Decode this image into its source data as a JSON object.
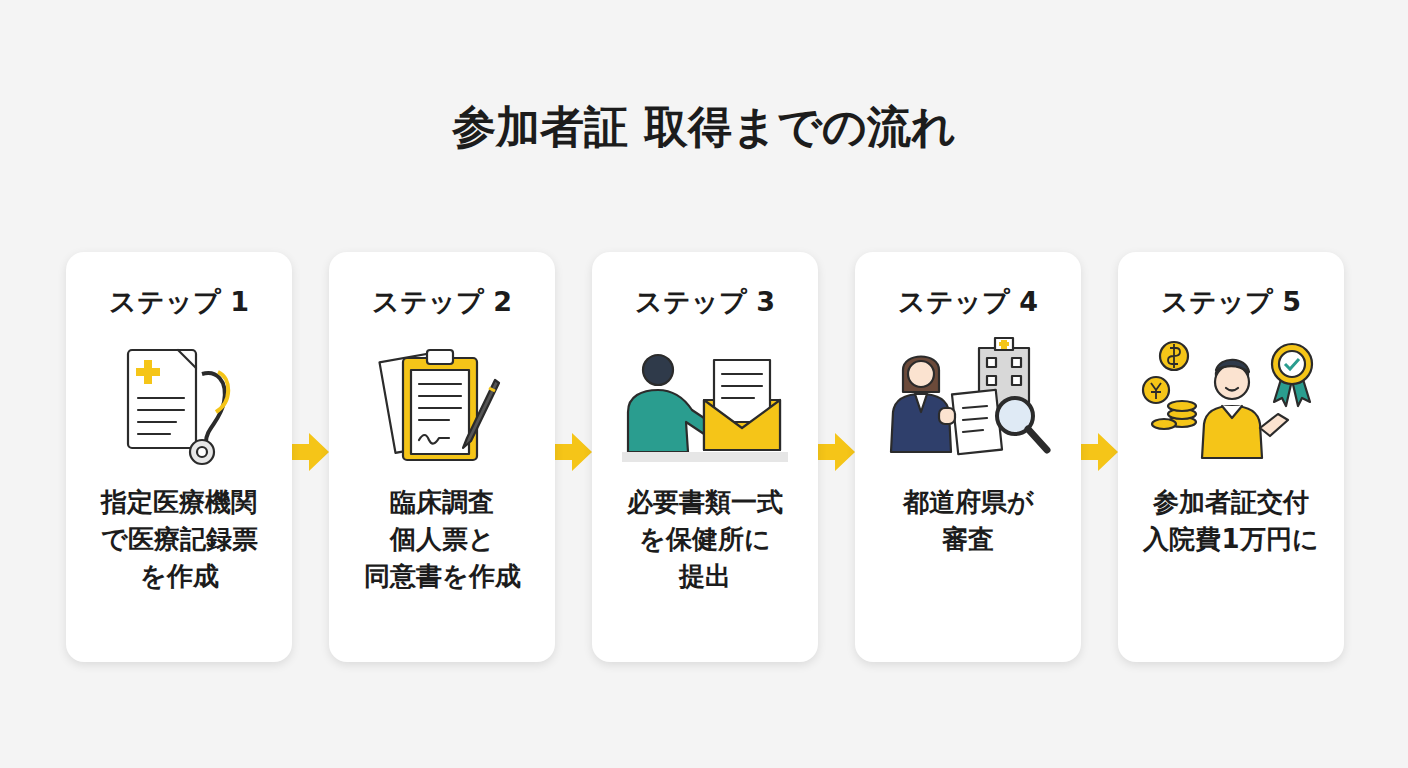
{
  "diagram": {
    "title": "参加者証 取得までの流れ",
    "nodes": [
      {
        "text": [
          "ステップ 1",
          "指定医療機関 で医療記録票 を作成"
        ]
      },
      {
        "text": [
          "ステップ 2",
          "臨床調査 個人票と 同意書を作成"
        ]
      },
      {
        "text": [
          "ステップ 3",
          "必要書類一式 を保健所に 提出"
        ]
      },
      {
        "text": [
          "ステップ 4",
          "都道府県が 審査"
        ]
      },
      {
        "text": [
          "ステップ 5",
          "参加者証交付 入院費1万円に"
        ]
      }
    ],
    "edges": [
      {
        "from": 0,
        "to": 1,
        "arrow": "to"
      },
      {
        "from": 1,
        "to": 2,
        "arrow": "to"
      },
      {
        "from": 2,
        "to": 3,
        "arrow": "to"
      },
      {
        "from": 3,
        "to": 4,
        "arrow": "to"
      }
    ]
  }
}
